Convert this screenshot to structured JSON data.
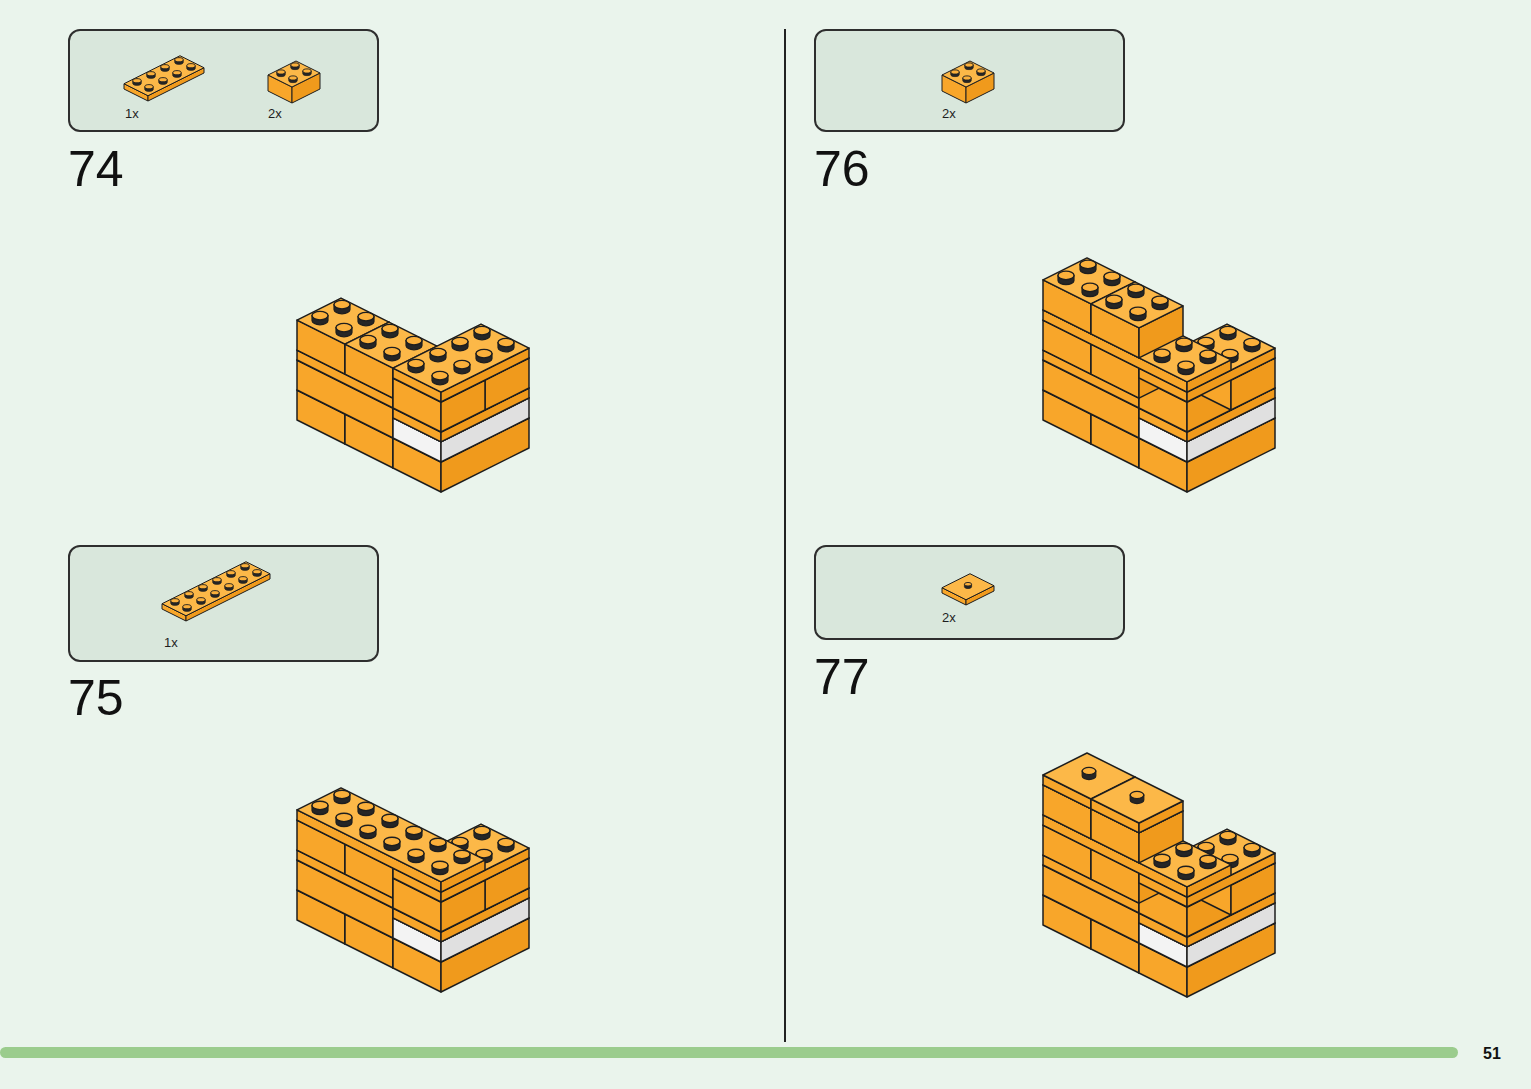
{
  "diagram": {
    "nodes": [
      {
        "text": [
          "1x",
          "2x"
        ]
      },
      {
        "text": [
          "1x"
        ]
      },
      {
        "text": [
          "2x"
        ]
      },
      {
        "text": [
          "2x"
        ]
      }
    ],
    "labels": [
      "74",
      "75",
      "76",
      "77",
      "51"
    ]
  }
}
